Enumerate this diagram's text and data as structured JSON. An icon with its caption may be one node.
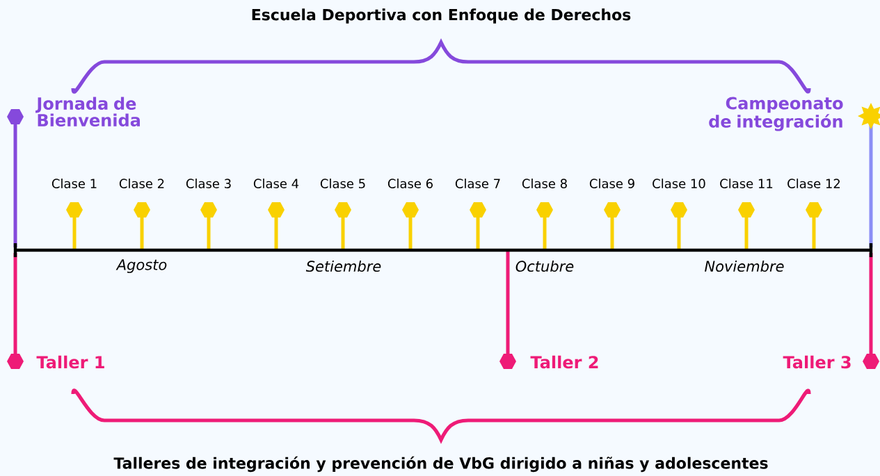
{
  "diagram": {
    "labels": [
      "Escuela Deportiva con Enfoque de Derechos",
      "Jornada de Bienvenida",
      "Campeonato de integración",
      "Clase 1",
      "Clase 2",
      "Clase 3",
      "Clase 4",
      "Clase 5",
      "Clase 6",
      "Clase 7",
      "Clase 8",
      "Clase 9",
      "Clase 10",
      "Clase 11",
      "Clase 12",
      "Agosto",
      "Setiembre",
      "Octubre",
      "Noviembre",
      "Taller 1",
      "Taller 2",
      "Taller 3",
      "Talleres de integración y prevención de VbG dirigido a niñas y adolescentes"
    ]
  }
}
